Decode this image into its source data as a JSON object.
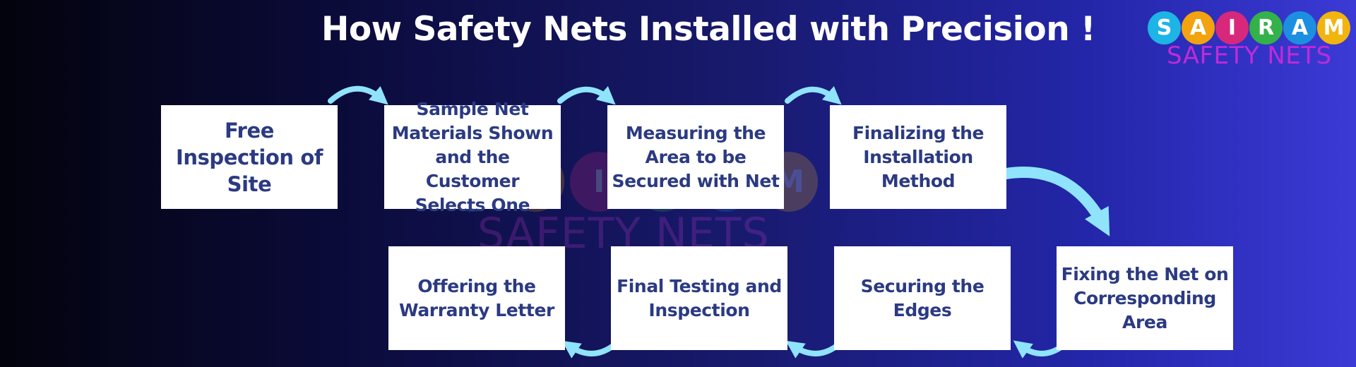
{
  "title": "How Safety Nets Installed with Precision !",
  "steps": [
    "Free Inspection of Site",
    "Sample Net Materials Shown and the Customer Selects One",
    "Measuring the Area to be Secured with Net",
    "Finalizing the Installation Method",
    "Fixing the Net on Corresponding Area",
    "Securing the Edges",
    "Final Testing and Inspection",
    "Offering the Warranty Letter"
  ],
  "logo": {
    "letters": [
      "S",
      "A",
      "I",
      "R",
      "A",
      "M"
    ],
    "colors": [
      "#1db4e6",
      "#f2a30f",
      "#d7287c",
      "#33b249",
      "#1d8fe0",
      "#f2b40f"
    ],
    "subtitle": "SAFETY NETS"
  },
  "colors": {
    "step_text": "#2b3a82",
    "arrow": "#8fe3fb",
    "box": "#ffffff"
  },
  "icons": [
    "curved-arrow-right-icon",
    "curved-arrow-down-icon",
    "curved-arrow-left-icon"
  ]
}
